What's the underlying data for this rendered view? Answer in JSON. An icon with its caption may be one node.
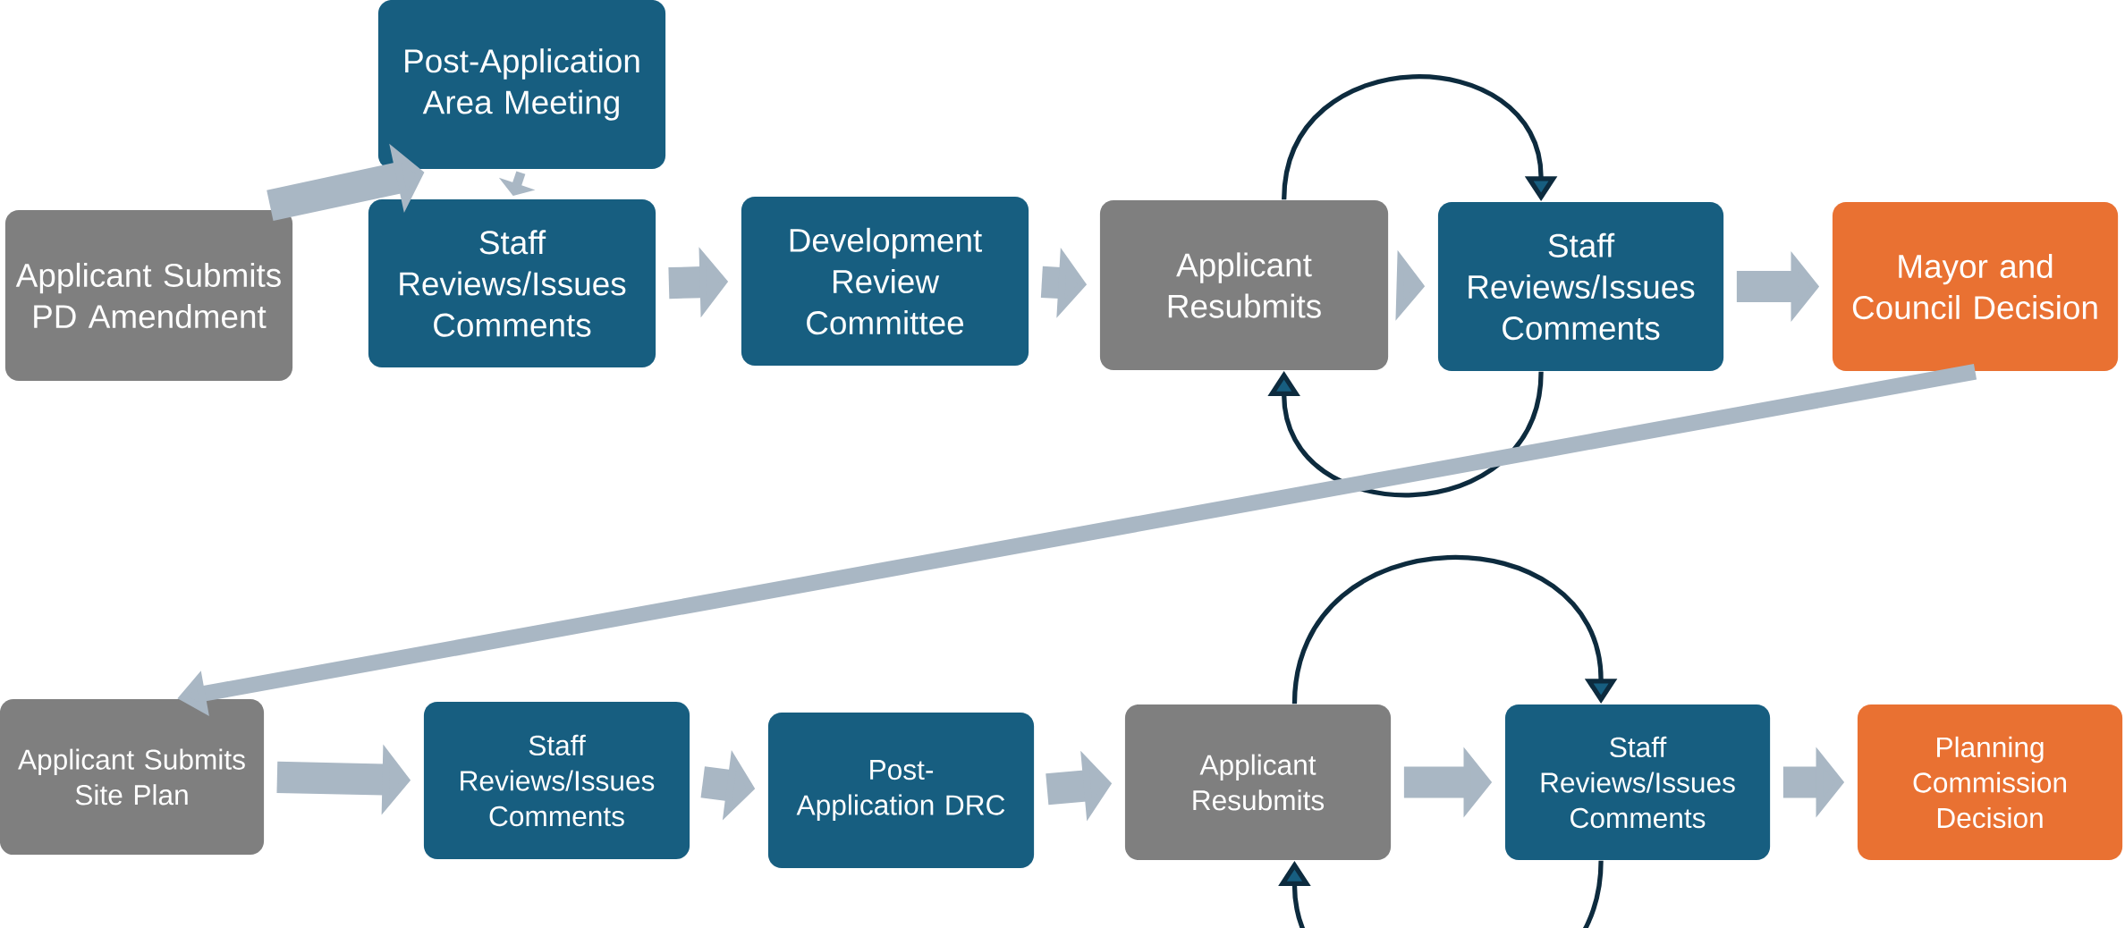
{
  "diagram": {
    "nodes": [
      {
        "text": [
          "Applicant Submits  PD Amendment"
        ]
      },
      {
        "text": [
          "Post-Application Area Meeting"
        ]
      },
      {
        "text": [
          "Staff Reviews/Issues Comments"
        ]
      },
      {
        "text": [
          "Development Review Committee"
        ]
      },
      {
        "text": [
          "Applicant Resubmits"
        ]
      },
      {
        "text": [
          "Staff Reviews/Issues Comments"
        ]
      },
      {
        "text": [
          "Mayor and Council Decision"
        ]
      },
      {
        "text": [
          "Applicant Submits Site Plan"
        ]
      },
      {
        "text": [
          "Staff Reviews/Issues Comments"
        ]
      },
      {
        "text": [
          "Post-Application DRC"
        ]
      },
      {
        "text": [
          "Applicant Resubmits"
        ]
      },
      {
        "text": [
          "Staff Reviews/Issues Comments"
        ]
      },
      {
        "text": [
          "Planning Commission Decision"
        ]
      }
    ],
    "edges": [
      {
        "from": 0,
        "to": 1,
        "arrow": "to"
      },
      {
        "from": 1,
        "to": 2,
        "arrow": "to"
      },
      {
        "from": 2,
        "to": 3,
        "arrow": "to"
      },
      {
        "from": 3,
        "to": 4,
        "arrow": "to"
      },
      {
        "from": 4,
        "to": 5,
        "arrow": "to"
      },
      {
        "from": 4,
        "to": 5,
        "arrow": "to",
        "color": "#0d2b3e"
      },
      {
        "from": 5,
        "to": 4,
        "arrow": "to",
        "color": "#0d2b3e"
      },
      {
        "from": 5,
        "to": 6,
        "arrow": "to"
      },
      {
        "from": 6,
        "to": 7,
        "arrow": "to"
      },
      {
        "from": 7,
        "to": 8,
        "arrow": "to"
      },
      {
        "from": 8,
        "to": 9,
        "arrow": "to"
      },
      {
        "from": 9,
        "to": 10,
        "arrow": "to"
      },
      {
        "from": 10,
        "to": 11,
        "arrow": "to"
      },
      {
        "from": 10,
        "to": 11,
        "arrow": "to",
        "color": "#0d2b3e"
      },
      {
        "from": 11,
        "to": 10,
        "arrow": "to",
        "color": "#0d2b3e"
      },
      {
        "from": 11,
        "to": 12,
        "arrow": "to"
      }
    ]
  }
}
